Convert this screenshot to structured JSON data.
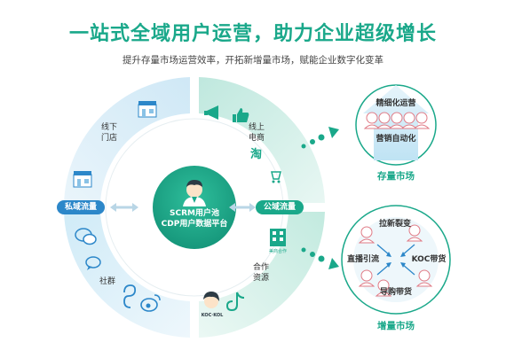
{
  "header": {
    "title": "一站式全域用户运营，助力企业超级增长",
    "subtitle": "提升存量市场运营效率，开拓新增量市场，赋能企业数字化变革"
  },
  "ring": {
    "top_left": {
      "label_line1": "线下",
      "label_line2": "门店"
    },
    "top_right": {
      "label_line1": "线上",
      "label_line2": "电商"
    },
    "bottom_left": {
      "label": "社群"
    },
    "bottom_right": {
      "label_line1": "合作",
      "label_line2": "资源",
      "koc_tag": "KOC·KOL",
      "store_sign": "美商合作"
    },
    "private_pill": "私域流量",
    "public_pill": "公域流量",
    "center_line1": "SCRM用户池",
    "center_line2": "CDP用户数据平台"
  },
  "stock_market": {
    "label": "存量市场",
    "item1": "精细化运营",
    "item2": "营销自动化"
  },
  "incremental_market": {
    "label": "增量市场",
    "top": "拉新裂变",
    "left": "直播引流",
    "right": "KOC带货",
    "bottom": "导购带货"
  },
  "colors": {
    "green": "#1aa88a",
    "blue": "#2c87c9",
    "light_green": "#d6f1ea",
    "light_blue": "#d4ecf8"
  }
}
